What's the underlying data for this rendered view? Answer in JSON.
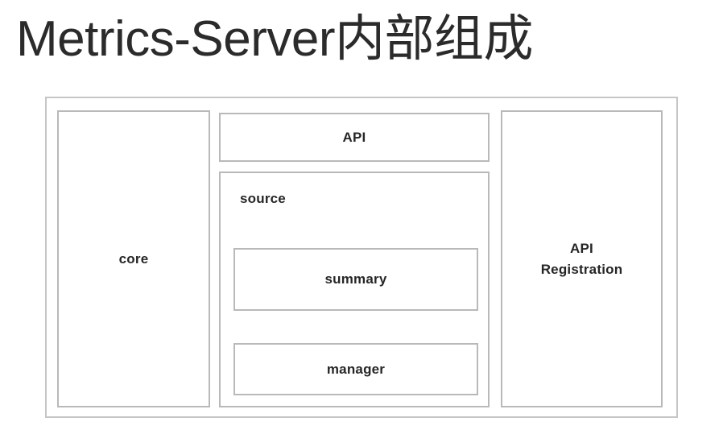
{
  "diagram": {
    "title": "Metrics-Server内部组成",
    "container": {
      "name": "metrics-server-container"
    },
    "blocks": {
      "core": "core",
      "api": "API",
      "source": "source",
      "summary": "summary",
      "manager": "manager",
      "api_registration_line1": "API",
      "api_registration_line2": "Registration"
    },
    "colors": {
      "background": "#ffffff",
      "border": "#b9b9b9",
      "outer_border": "#c6c6c6",
      "title_text": "#2b2b2b",
      "label_text": "#262626"
    }
  }
}
